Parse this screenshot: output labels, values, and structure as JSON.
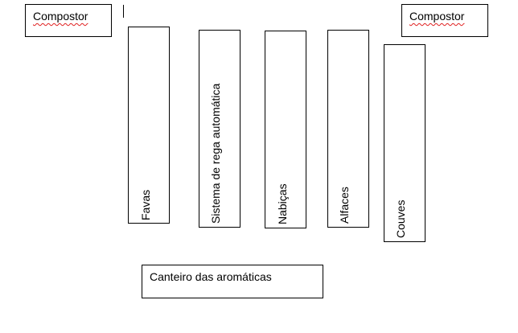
{
  "compost_left": {
    "label": "Compostor"
  },
  "compost_right": {
    "label": "Compostor"
  },
  "beds": [
    {
      "label": "Favas"
    },
    {
      "label": "Sistema de rega automática"
    },
    {
      "label": "Nabiças"
    },
    {
      "label": "Alfaces"
    },
    {
      "label": "Couves"
    }
  ],
  "herb_bed": {
    "label": "Canteiro das aromáticas"
  },
  "colors": {
    "spell_underline": "#e02020",
    "stroke": "#000000"
  }
}
